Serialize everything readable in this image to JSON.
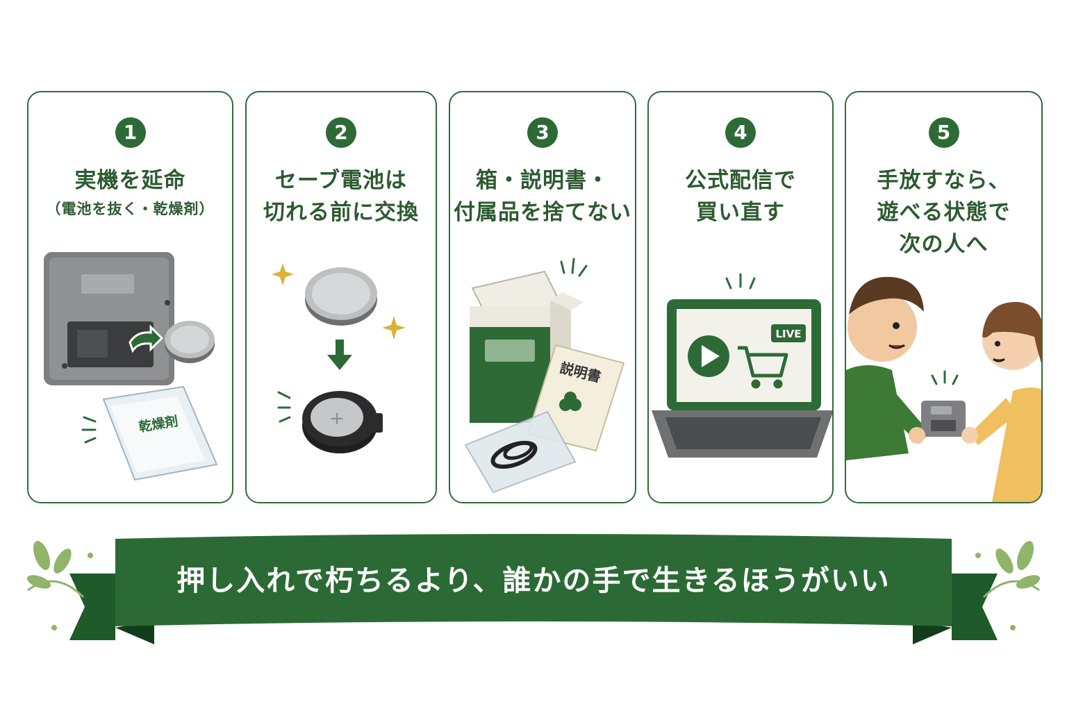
{
  "steps": [
    {
      "number": "1",
      "title_lines": [
        "実機を延命"
      ],
      "sub": "（電池を抜く・乾燥剤）",
      "art_label": "乾燥剤"
    },
    {
      "number": "2",
      "title_lines": [
        "セーブ電池は",
        "切れる前に交換"
      ]
    },
    {
      "number": "3",
      "title_lines": [
        "箱・説明書・",
        "付属品を捨てない"
      ],
      "art_label": "説明書"
    },
    {
      "number": "4",
      "title_lines": [
        "公式配信で",
        "買い直す"
      ],
      "art_label": "LIVE"
    },
    {
      "number": "5",
      "title_lines": [
        "手放すなら、",
        "遊べる状態で",
        "次の人へ"
      ]
    }
  ],
  "banner": {
    "text": "押し入れで朽ちるより、誰かの手で生きるほうがいい"
  },
  "colors": {
    "accent": "#2d6a36",
    "border": "#2f6b3a",
    "text": "#2d5a30"
  },
  "icons": [
    "cartridge-icon",
    "coin-battery-icon",
    "desiccant-pack-icon",
    "down-arrow-icon",
    "game-box-icon",
    "manual-icon",
    "clover-icon",
    "cable-bag-icon",
    "laptop-icon",
    "play-icon",
    "cart-icon",
    "boy-icon",
    "girl-icon",
    "leaf-sprig-icon"
  ]
}
